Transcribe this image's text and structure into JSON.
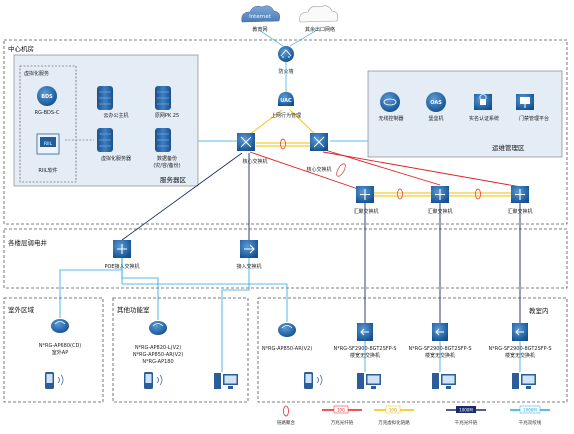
{
  "clouds": {
    "internet": "Internet",
    "internet_label": "教育网",
    "other_net_label": "其余出口网络"
  },
  "zones": {
    "data_center": "中心机房",
    "virtualization": "虚拟化服务",
    "server_area": "服务器区",
    "ops_area": "运维管理区",
    "floor_closet": "各楼层弱电井",
    "outdoor": "室外区域",
    "other_function": "其他功能室",
    "classroom": "教室内"
  },
  "core": {
    "firewall_label": "防火墙",
    "uac_icon_text": "UAC",
    "uac_label": "上网行为管理",
    "core_switch_1": "核心交换机",
    "core_switch_2": "核心交换机"
  },
  "virtualization": {
    "bds_text": "BDS",
    "bds_label": "RG-BDS-C",
    "riil_label": "RIIL软件",
    "riil_text": "RIIL"
  },
  "servers": [
    {
      "label": "云办公主机"
    },
    {
      "label": "原网PK 25"
    },
    {
      "label": "虚拟化服务器"
    },
    {
      "label": "数据备份",
      "label2": "(灾/容/备份)"
    }
  ],
  "ops": [
    {
      "label": "无线控制器",
      "icon_text": ""
    },
    {
      "label": "堡垒机",
      "icon_text": "OAS"
    },
    {
      "label": "实名认证系统",
      "icon_text": ""
    },
    {
      "label": "门禁管理平台",
      "icon_text": ""
    }
  ],
  "aggregation": {
    "agg1": "汇聚交换机",
    "agg2": "汇聚交换机",
    "agg3": "汇聚交换机"
  },
  "access": {
    "poe": "POE接入交换机",
    "access": "接入交换机"
  },
  "outdoor_ap": {
    "line1": "N*RG-AP680(CD)",
    "line2": "室外AP"
  },
  "other_ap": {
    "line1": "N*RG-AP820-L(V2)",
    "line2": "N*RG-AP850-AR(V2)",
    "line3": "N*RG-AP180"
  },
  "classroom_ap": {
    "line1": "N*RG-AP850-AR(V2)"
  },
  "classroom_switches": [
    {
      "line1": "N*RG-SF2900-8GT2SFP-S",
      "line2": "楼宽无交换机"
    },
    {
      "line1": "N*RG-SF2900-8GT2SFP-S",
      "line2": "楼宽无交换机"
    },
    {
      "line1": "N*RG-SF2900-8GT2SFP-S",
      "line2": "楼宽无交换机"
    }
  ],
  "legend": {
    "items": [
      {
        "label": "链路聚合",
        "sample": "",
        "color": "#e03030"
      },
      {
        "label": "万兆光纤链",
        "sample": "10G",
        "color": "#e02020"
      },
      {
        "label": "万兆虚拟化链路",
        "sample": "10G",
        "color": "#f2c200"
      },
      {
        "label": "千兆光纤链",
        "sample": "1000M",
        "color": "#1a2a6c"
      },
      {
        "label": "千兆双绞线",
        "sample": "1000M",
        "color": "#2aa6e0"
      }
    ]
  },
  "colors": {
    "device_blue": "#1e5fa0",
    "zone_fill": "#e4ecf6",
    "ten_g_red": "#e02020",
    "virt_yellow": "#f2c200",
    "fiber_navy": "#1a2a6c",
    "copper_cyan": "#2aa6e0"
  }
}
